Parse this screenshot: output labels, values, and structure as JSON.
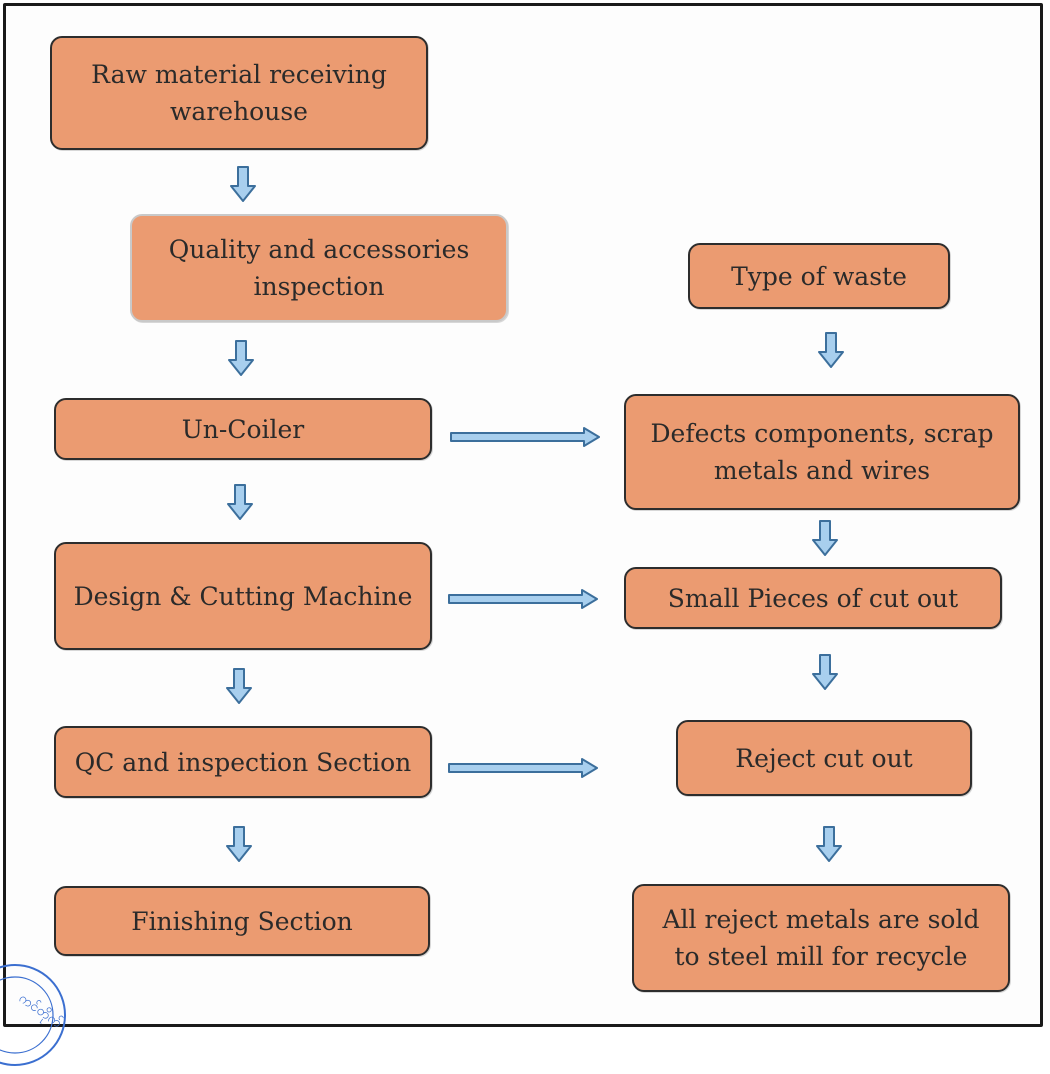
{
  "colors": {
    "box_fill": "#eb9b71",
    "box_border": "#2d2d2d",
    "arrow_fill": "#a8cfee",
    "arrow_stroke": "#3c6f9c",
    "stamp_ink": "#3b6fd0"
  },
  "flow": {
    "process": [
      "Raw material receiving warehouse",
      "Quality and accessories inspection",
      "Un-Coiler",
      "Design & Cutting Machine",
      "QC and inspection Section",
      "Finishing Section"
    ],
    "waste": [
      "Type of waste",
      "Defects components, scrap metals and wires",
      "Small Pieces of cut out",
      "Reject cut out",
      "All reject metals are  sold to steel mill for recycle"
    ],
    "side_links": [
      {
        "from": "Un-Coiler",
        "to": "Defects components, scrap metals and wires"
      },
      {
        "from": "Design & Cutting Machine",
        "to": "Small Pieces of cut out"
      },
      {
        "from": "QC and inspection Section",
        "to": "Reject cut out"
      }
    ]
  },
  "stamp_text": "ကင်တိုက်"
}
